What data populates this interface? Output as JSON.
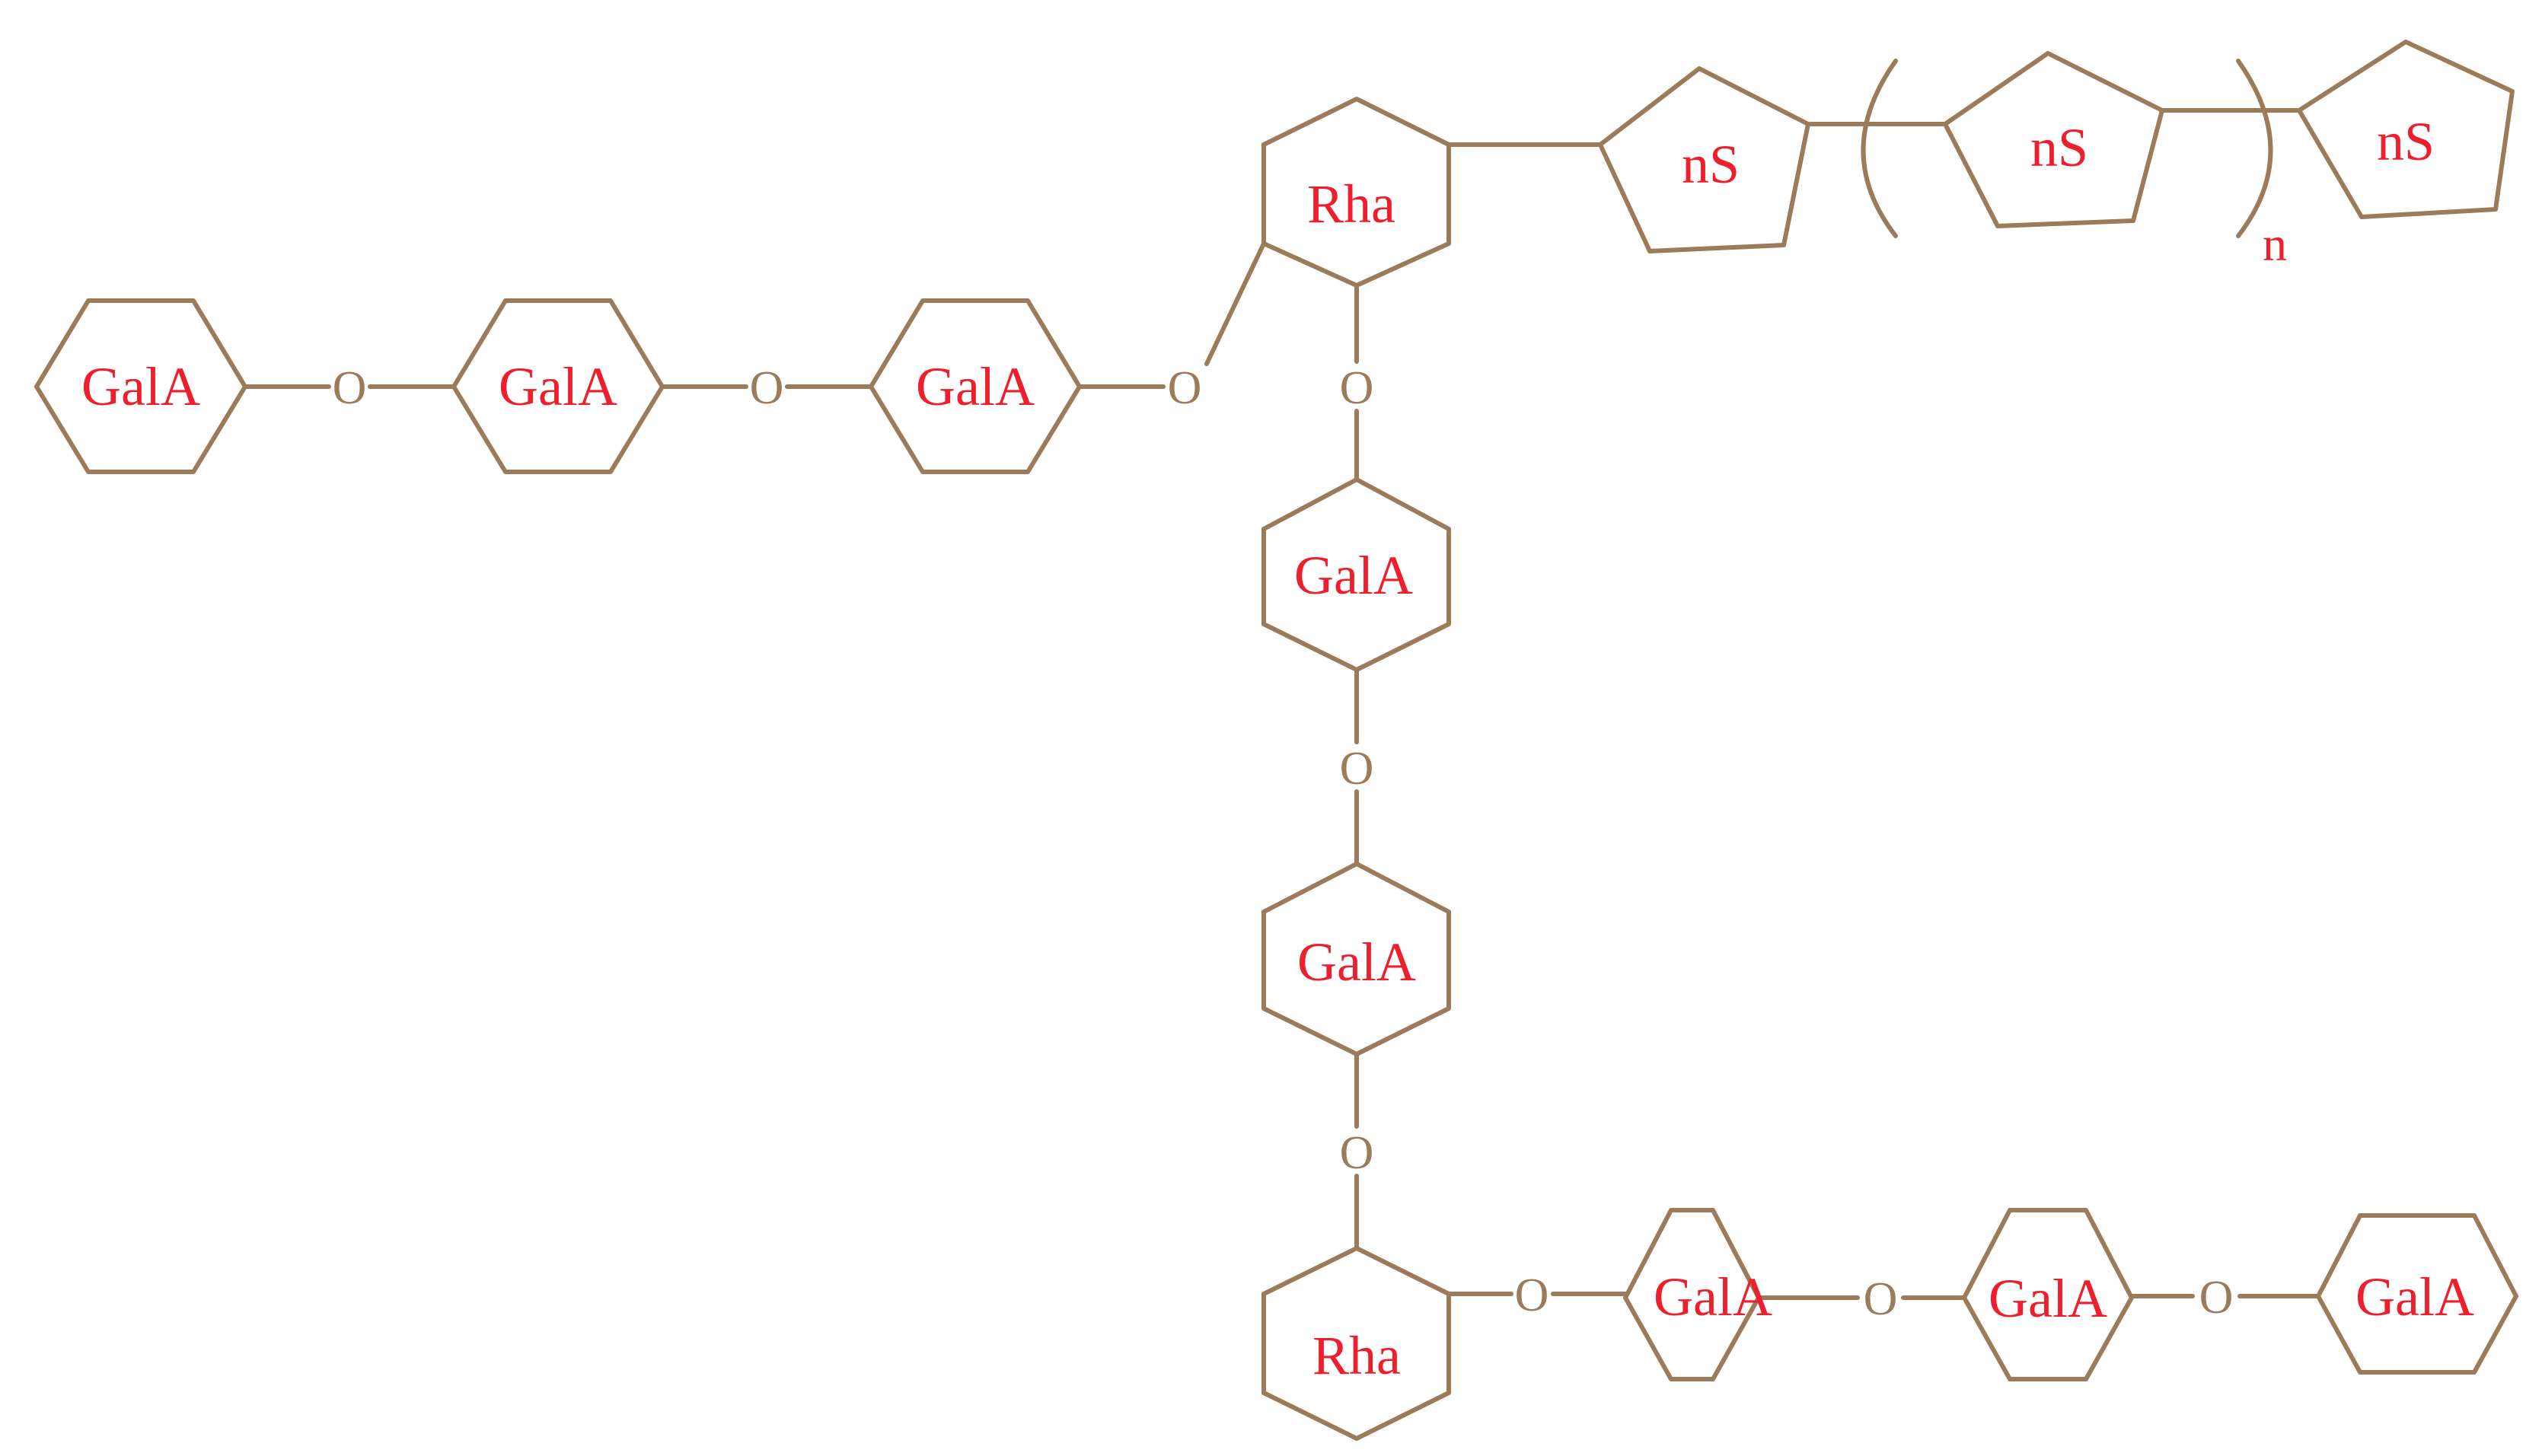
{
  "colors": {
    "structure": "#9c7b5a",
    "label": "#ee1f2d"
  },
  "linker": "O",
  "units": [
    {
      "id": "g1",
      "shape": "hexagon",
      "label": "GalA"
    },
    {
      "id": "g2",
      "shape": "hexagon",
      "label": "GalA"
    },
    {
      "id": "g3",
      "shape": "hexagon",
      "label": "GalA"
    },
    {
      "id": "rha1",
      "shape": "hexagon",
      "label": "Rha"
    },
    {
      "id": "ns1",
      "shape": "pentagon",
      "label": "nS"
    },
    {
      "id": "ns2",
      "shape": "pentagon",
      "label": "nS"
    },
    {
      "id": "ns3",
      "shape": "pentagon",
      "label": "nS"
    },
    {
      "id": "g4",
      "shape": "hexagon",
      "label": "GalA"
    },
    {
      "id": "g5",
      "shape": "hexagon",
      "label": "GalA"
    },
    {
      "id": "rha2",
      "shape": "hexagon",
      "label": "Rha"
    },
    {
      "id": "g6",
      "shape": "hexagon",
      "label": "GalA"
    },
    {
      "id": "g7",
      "shape": "hexagon",
      "label": "GalA"
    },
    {
      "id": "g8",
      "shape": "hexagon",
      "label": "GalA"
    }
  ],
  "links": [
    {
      "from": "g1",
      "to": "g2",
      "via": "O"
    },
    {
      "from": "g2",
      "to": "g3",
      "via": "O"
    },
    {
      "from": "g3",
      "to": "rha1",
      "via": "O"
    },
    {
      "from": "rha1",
      "to": "ns1",
      "via": ""
    },
    {
      "from": "ns1",
      "to": "ns2",
      "via": ""
    },
    {
      "from": "ns2",
      "to": "ns3",
      "via": ""
    },
    {
      "from": "rha1",
      "to": "g4",
      "via": "O"
    },
    {
      "from": "g4",
      "to": "g5",
      "via": "O"
    },
    {
      "from": "g5",
      "to": "rha2",
      "via": "O"
    },
    {
      "from": "rha2",
      "to": "g6",
      "via": "O"
    },
    {
      "from": "g6",
      "to": "g7",
      "via": "O"
    },
    {
      "from": "g7",
      "to": "g8",
      "via": "O"
    }
  ],
  "repeat": {
    "unit": "ns2",
    "subscript": "n"
  }
}
